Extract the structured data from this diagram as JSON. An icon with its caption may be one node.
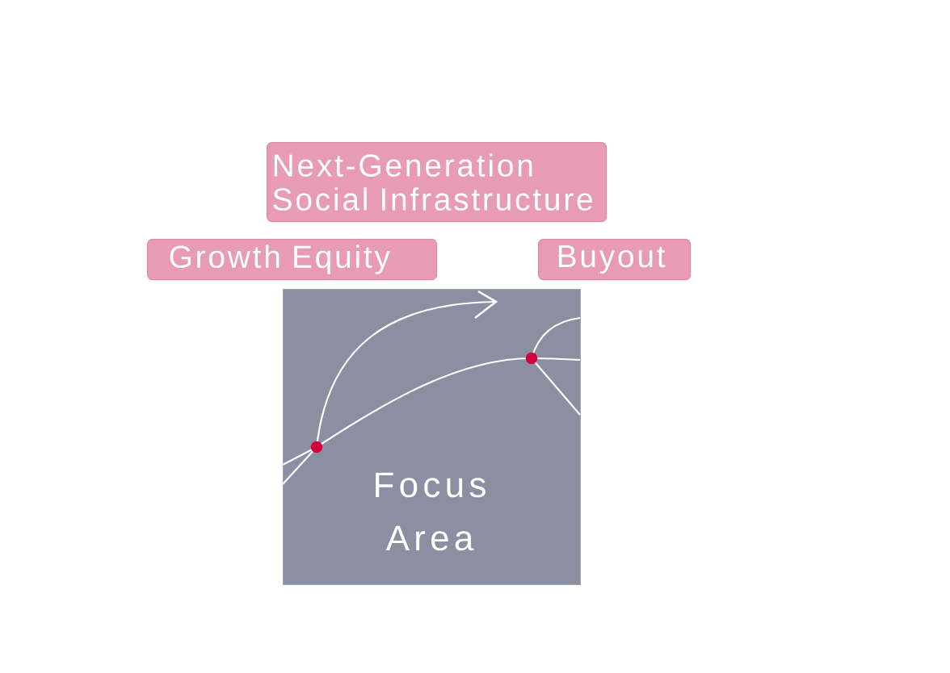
{
  "diagram": {
    "nodes": [
      {
        "text": [
          "Next-Generation Social Infrastructure"
        ]
      },
      {
        "text": [
          "Growth Equity"
        ]
      },
      {
        "text": [
          "Buyout"
        ]
      },
      {
        "text": [
          "Focus Area"
        ]
      }
    ]
  }
}
